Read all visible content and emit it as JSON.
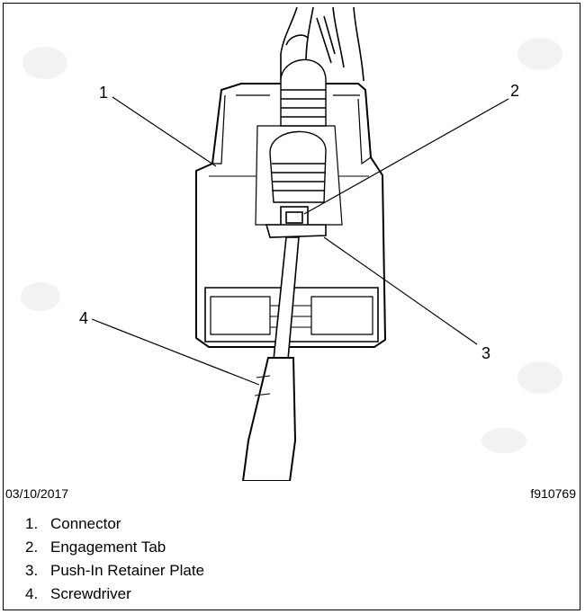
{
  "figure": {
    "callouts": [
      "1",
      "2",
      "3",
      "4"
    ]
  },
  "caption": {
    "date": "03/10/2017",
    "figure_id": "f910769"
  },
  "legend": [
    {
      "num": "1.",
      "label": "Connector"
    },
    {
      "num": "2.",
      "label": "Engagement Tab"
    },
    {
      "num": "3.",
      "label": "Push-In Retainer Plate"
    },
    {
      "num": "4.",
      "label": "Screwdriver"
    }
  ]
}
